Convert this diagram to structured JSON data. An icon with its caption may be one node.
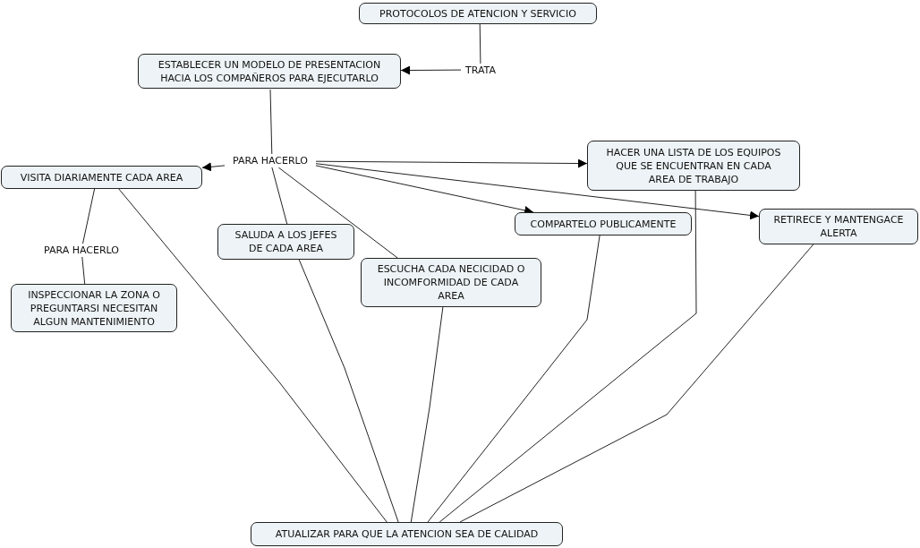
{
  "diagram": {
    "nodes": [
      {
        "text": [
          "PROTOCOLOS DE ATENCION Y SERVICIO"
        ]
      },
      {
        "text": [
          "TRATA"
        ]
      },
      {
        "text": [
          "ESTABLECER UN MODELO DE PRESENTACION HACIA LOS COMPAÑEROS PARA EJECUTARLO"
        ]
      },
      {
        "text": [
          "PARA HACERLO"
        ]
      },
      {
        "text": [
          "VISITA DIARIAMENTE CADA AREA"
        ]
      },
      {
        "text": [
          "SALUDA A LOS JEFES DE CADA AREA"
        ]
      },
      {
        "text": [
          "ESCUCHA CADA NECICIDAD O INCOMFORMIDAD DE CADA AREA"
        ]
      },
      {
        "text": [
          "HACER UNA LISTA DE LOS EQUIPOS QUE SE ENCUENTRAN EN CADA AREA DE TRABAJO"
        ]
      },
      {
        "text": [
          "COMPARTELO PUBLICAMENTE"
        ]
      },
      {
        "text": [
          "RETIRECE Y MANTENGACE ALERTA"
        ]
      },
      {
        "text": [
          "PARA HACERLO"
        ]
      },
      {
        "text": [
          "INSPECCIONAR LA ZONA O PREGUNTARSI NECESITAN ALGUN MANTENIMIENTO"
        ]
      },
      {
        "text": [
          "ATUALIZAR PARA QUE LA ATENCION SEA DE CALIDAD"
        ]
      }
    ],
    "edges": [
      {
        "from": 0,
        "to": 1,
        "arrow": "none"
      },
      {
        "from": 1,
        "to": 2,
        "arrow": "to"
      },
      {
        "from": 2,
        "to": 3,
        "arrow": "none"
      },
      {
        "from": 3,
        "to": 4,
        "arrow": "to"
      },
      {
        "from": 3,
        "to": 7,
        "arrow": "to"
      },
      {
        "from": 3,
        "to": 8,
        "arrow": "to"
      },
      {
        "from": 3,
        "to": 9,
        "arrow": "to"
      },
      {
        "from": 3,
        "to": 5,
        "arrow": "none"
      },
      {
        "from": 3,
        "to": 6,
        "arrow": "none"
      },
      {
        "from": 4,
        "to": 10,
        "arrow": "none"
      },
      {
        "from": 10,
        "to": 11,
        "arrow": "none"
      },
      {
        "from": 4,
        "to": 12,
        "arrow": "none"
      },
      {
        "from": 5,
        "to": 12,
        "arrow": "none"
      },
      {
        "from": 6,
        "to": 12,
        "arrow": "none"
      },
      {
        "from": 8,
        "to": 12,
        "arrow": "none"
      },
      {
        "from": 7,
        "to": 12,
        "arrow": "none"
      },
      {
        "from": 9,
        "to": 12,
        "arrow": "none"
      }
    ]
  }
}
